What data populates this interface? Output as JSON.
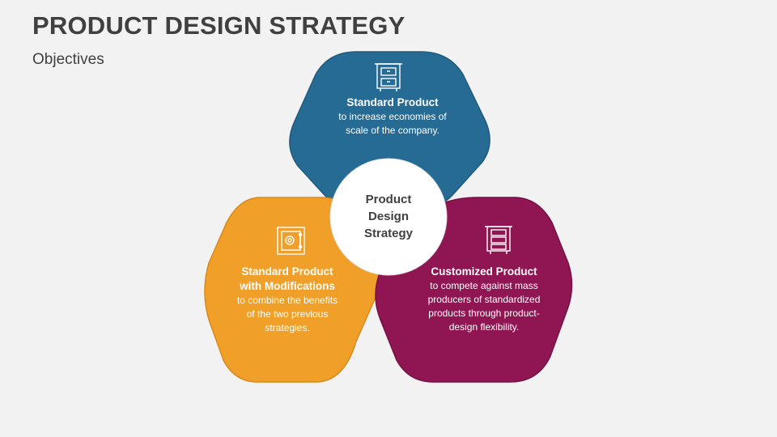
{
  "header": {
    "title": "PRODUCT DESIGN STRATEGY",
    "subtitle": "Objectives"
  },
  "center": {
    "label_line1": "Product",
    "label_line2": "Design",
    "label_line3": "Strategy"
  },
  "cards": [
    {
      "title": "Standard Product",
      "desc_line1": "to increase economies of",
      "desc_line2": "scale of the company.",
      "icon": "drawer-cabinet-icon",
      "color": "#266b93"
    },
    {
      "title_line1": "Standard Product",
      "title_line2": "with Modifications",
      "desc_line1": "to combine the benefits",
      "desc_line2": "of the two previous",
      "desc_line3": "strategies.",
      "icon": "safe-icon",
      "color": "#f09f29"
    },
    {
      "title": "Customized Product",
      "desc_line1": "to compete against mass",
      "desc_line2": "producers of standardized",
      "desc_line3": "products through product-",
      "desc_line4": "design flexibility.",
      "icon": "three-drawer-cabinet-icon",
      "color": "#8f1652"
    }
  ]
}
